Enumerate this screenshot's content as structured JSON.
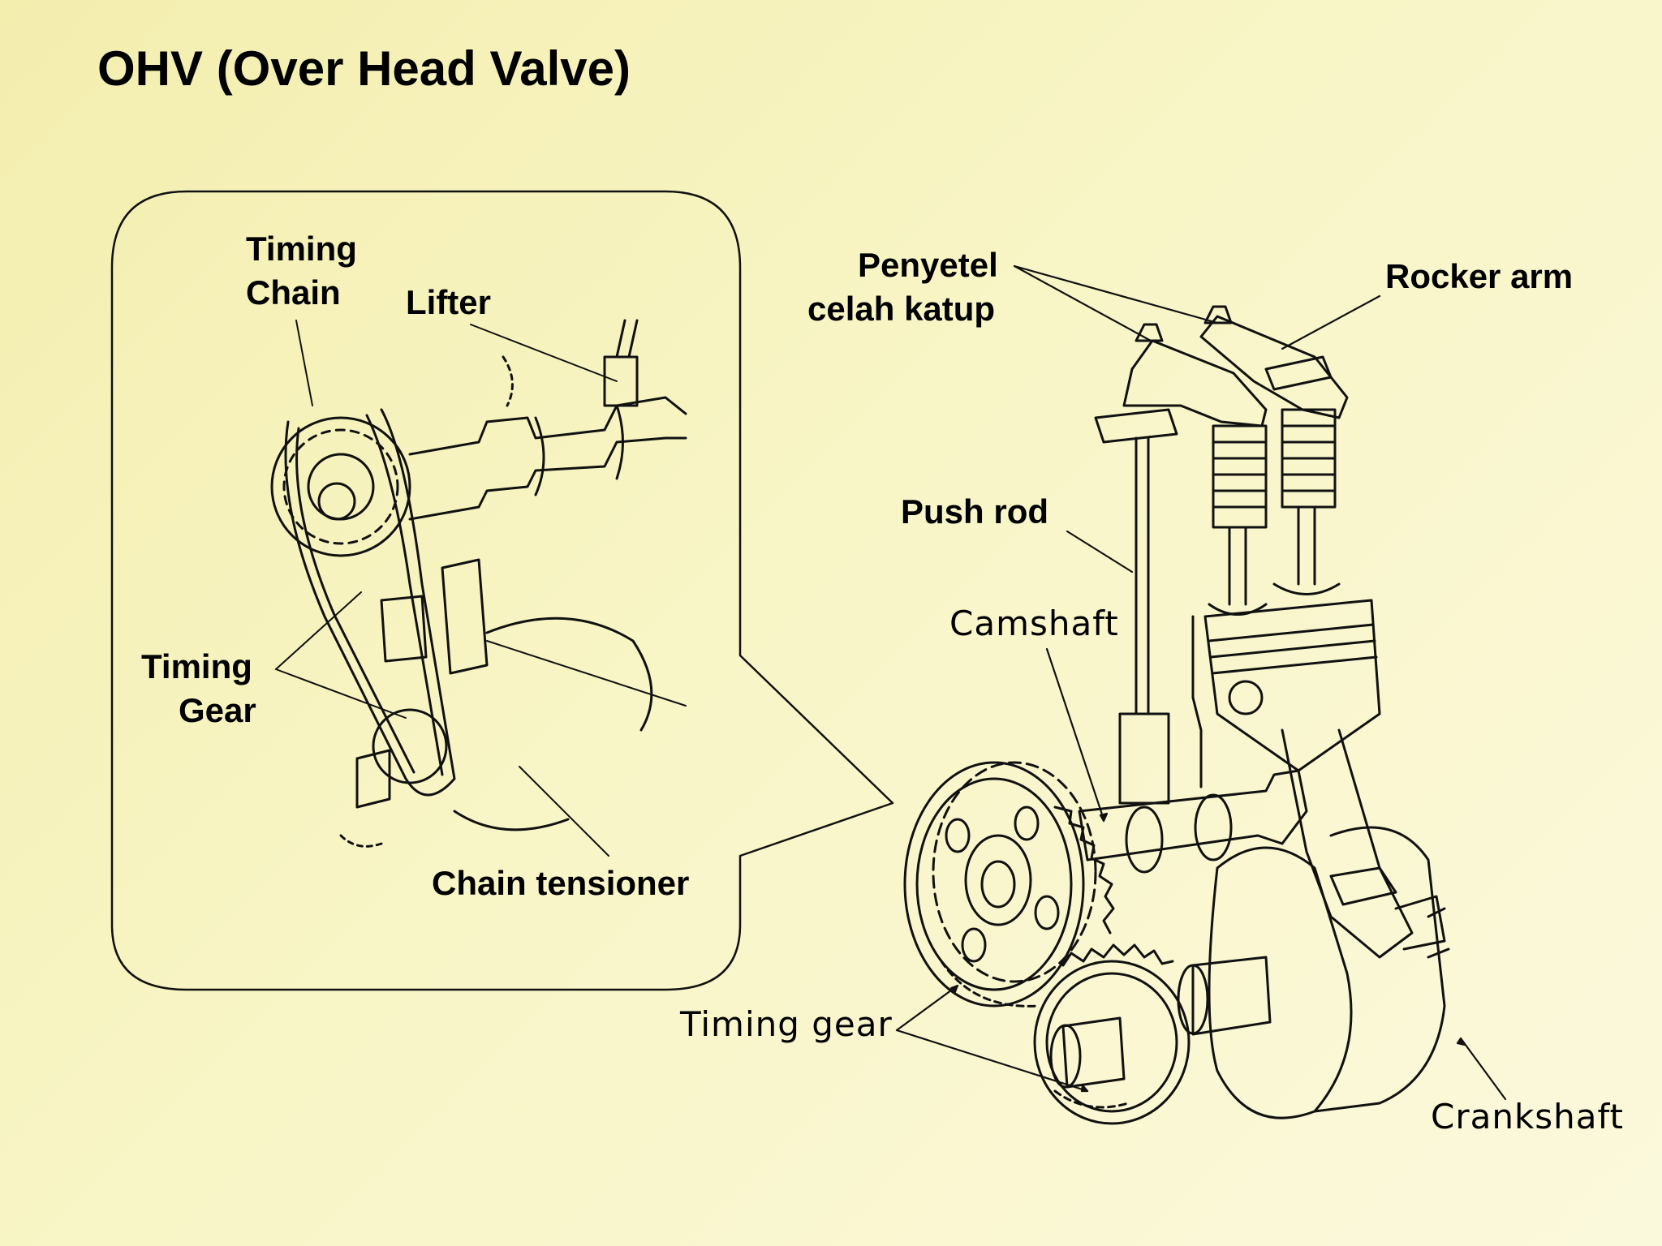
{
  "title": "OHV (Over Head Valve)",
  "inset_labels": {
    "timing_chain_1": "Timing",
    "timing_chain_2": "Chain",
    "lifter": "Lifter",
    "timing_gear_1": "Timing",
    "timing_gear_2": "Gear",
    "chain_tensioner": "Chain tensioner"
  },
  "engine_labels": {
    "penyetel_1": "Penyetel",
    "penyetel_2": "celah katup",
    "rocker_arm": "Rocker arm",
    "push_rod": "Push rod",
    "camshaft": "Camshaft",
    "timing_gear": "Timing gear",
    "crankshaft": "Crankshaft"
  },
  "colors": {
    "background": "#f6f2bd",
    "ink": "#000000"
  }
}
